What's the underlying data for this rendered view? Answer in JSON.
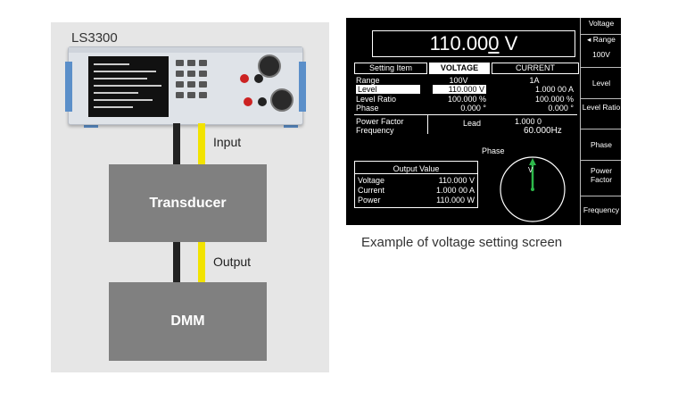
{
  "diagram": {
    "device_label": "LS3300",
    "input_label": "Input",
    "output_label": "Output",
    "transducer_label": "Transducer",
    "dmm_label": "DMM"
  },
  "screen": {
    "main_value": "110.000 V",
    "main_prefix": "110.00",
    "main_cursor": "0",
    "main_unit": " V",
    "menu": {
      "title": "Voltage",
      "range": "◂ Range",
      "range_val": "100V",
      "level": "Level",
      "level_ratio": "Level Ratio",
      "phase": "Phase",
      "power_factor": "Power Factor",
      "frequency": "Frequency"
    },
    "table": {
      "header_item": "Setting Item",
      "header_voltage": "VOLTAGE",
      "header_current": "CURRENT",
      "rows": [
        {
          "label": "Range",
          "voltage": "100V",
          "current": "1A"
        },
        {
          "label": "Level",
          "voltage": "110.000 V",
          "current": "1.000 00   A"
        },
        {
          "label": "Level Ratio",
          "voltage": "100.000 %",
          "current": "100.000 %"
        },
        {
          "label": "Phase",
          "voltage": "0.000 °",
          "current": "0.000 °"
        }
      ],
      "pf_label": "Power Factor",
      "freq_label": "Frequency",
      "lead_label": "Lead",
      "pf_value": "1.000 0",
      "freq_value": "60.000Hz"
    },
    "output": {
      "title": "Output Value",
      "rows": [
        {
          "label": "Voltage",
          "value": "110.000 V"
        },
        {
          "label": "Current",
          "value": "1.000 00   A"
        },
        {
          "label": "Power",
          "value": "110.000 W"
        }
      ]
    },
    "phase_label": "Phase",
    "phasor_label": "V"
  },
  "caption": "Example of voltage setting screen",
  "colors": {
    "panel_bg": "#e6e6e6",
    "box_fill": "#808080",
    "cable_yellow": "#f2e300",
    "cable_black": "#222222",
    "phasor": "#2db84a"
  }
}
